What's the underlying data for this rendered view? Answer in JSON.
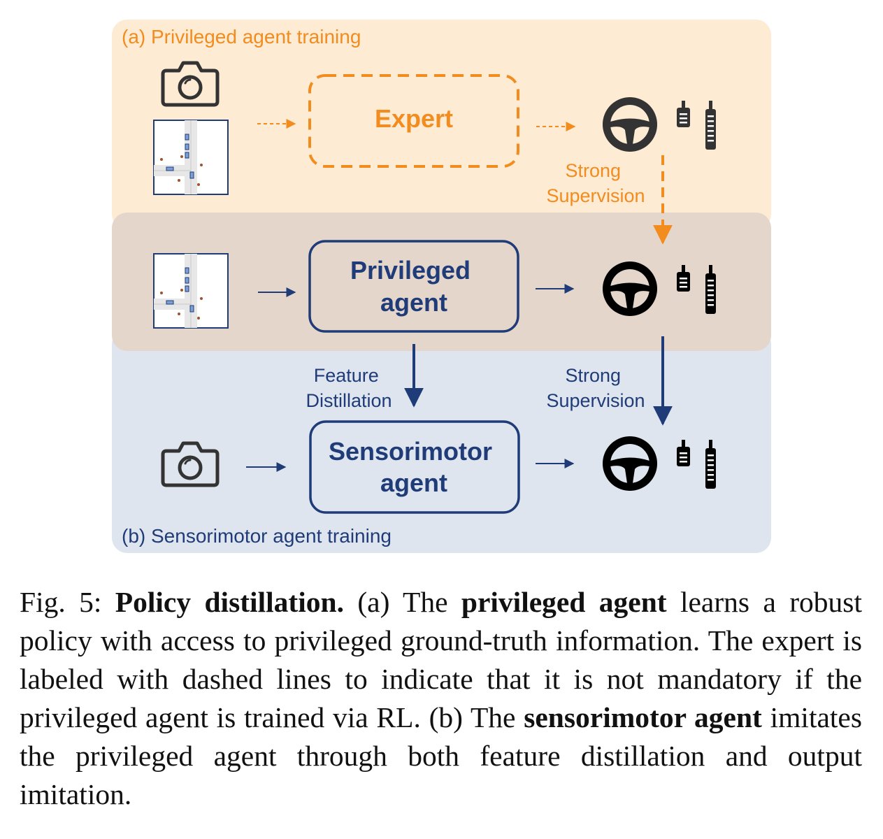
{
  "panels": {
    "a_title": "(a) Privileged agent training",
    "b_title": "(b) Sensorimotor agent training"
  },
  "nodes": {
    "expert": "Expert",
    "privileged_agent": [
      "Privileged",
      "agent"
    ],
    "sensorimotor_agent": [
      "Sensorimotor",
      "agent"
    ]
  },
  "edge_labels": {
    "strong_supervision_top": [
      "Strong",
      "Supervision"
    ],
    "feature_distillation": [
      "Feature",
      "Distillation"
    ],
    "strong_supervision_bottom": [
      "Strong",
      "Supervision"
    ]
  },
  "icons": [
    "camera-icon",
    "bev-map-icon",
    "steering-wheel-icon",
    "pedals-icon"
  ],
  "colors": {
    "panel_a_bg": "#FDEBD4",
    "panel_mid_bg": "#E5D6CC",
    "panel_b_bg": "#DFE5EE",
    "orange": "#F28C1E",
    "blue": "#1F3C78",
    "icon_dark": "#333333"
  },
  "caption": {
    "fig_label": "Fig. 5:",
    "bold_title": "Policy distillation.",
    "p1": " (a) The ",
    "b1": "privileged agent",
    "p2": " learns a robust policy with access to privileged ground-truth information. The expert is labeled with dashed lines to indicate that it is not mandatory if the privileged agent is trained via RL. (b) The ",
    "b2": "sensorimotor agent",
    "p3": " imitates the privileged agent through both feature distillation and output imitation."
  }
}
